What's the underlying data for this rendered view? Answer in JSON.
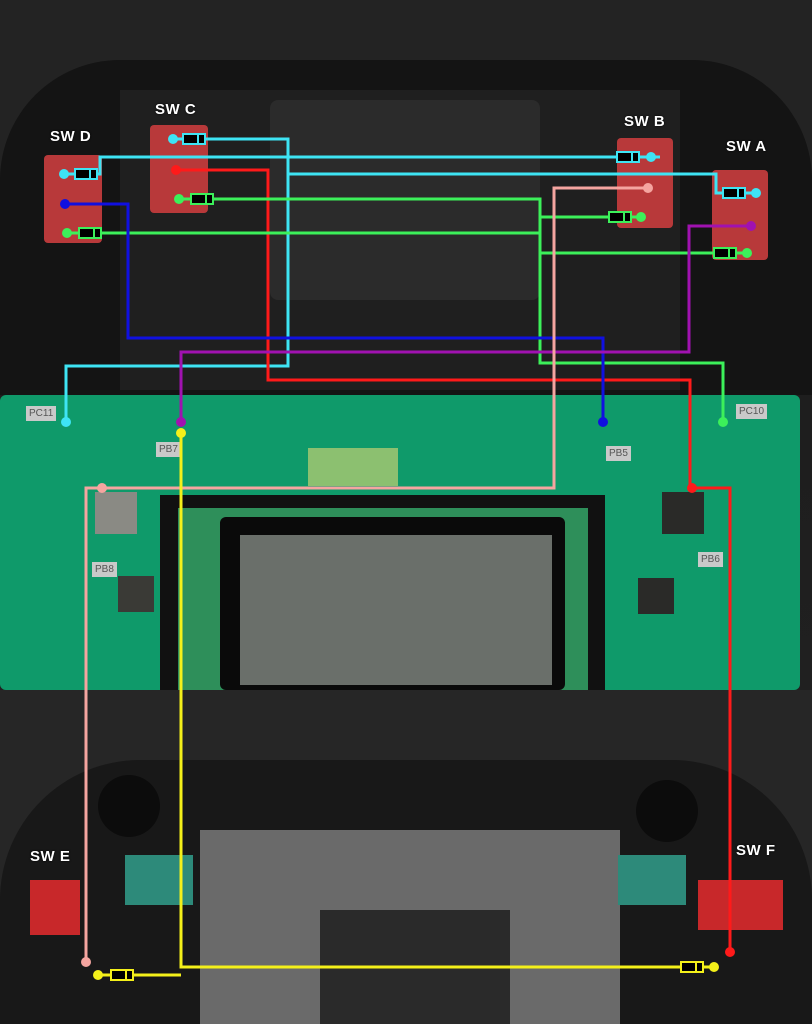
{
  "switches": {
    "sw_a": "SW A",
    "sw_b": "SW B",
    "sw_c": "SW C",
    "sw_d": "SW D",
    "sw_e": "SW E",
    "sw_f": "SW F"
  },
  "pins": {
    "pc11": "PC11",
    "pb7": "PB7",
    "pb5": "PB5",
    "pc10": "PC10",
    "pb8": "PB8",
    "pb6": "PB6"
  },
  "colors": {
    "cyan": "#3ee4f4",
    "red": "#ff1a1a",
    "green": "#3cf05a",
    "blue": "#1010e0",
    "purple": "#a012b0",
    "pink": "#f5a5a0",
    "yellow": "#f4f01a",
    "pcb": "#0f9a6a"
  },
  "wires": [
    {
      "name": "swd-cyan-to-pc11",
      "color": "cyan",
      "from": "SW D",
      "to": "PC11",
      "resistor": true
    },
    {
      "name": "swc-cyan",
      "color": "cyan",
      "from": "SW C",
      "to": "SW B",
      "resistor": true
    },
    {
      "name": "swc-red-to-pb6",
      "color": "red",
      "from": "SW C",
      "to": "PB6",
      "resistor": false
    },
    {
      "name": "swc-green",
      "color": "green",
      "from": "SW C",
      "to": "PC10",
      "resistor": true
    },
    {
      "name": "swd-blue-to-pb5",
      "color": "blue",
      "from": "SW D",
      "to": "PB5",
      "resistor": false
    },
    {
      "name": "swd-green",
      "color": "green",
      "from": "SW D",
      "to": "SW A",
      "resistor": true
    },
    {
      "name": "swa-purple-to-pb7",
      "color": "purple",
      "from": "SW A",
      "to": "PB7",
      "resistor": false
    },
    {
      "name": "swb-pink-to-pb8",
      "color": "pink",
      "from": "SW B",
      "to": "PB8",
      "resistor": false
    },
    {
      "name": "swe-yellow-to-pb7",
      "color": "yellow",
      "from": "SW E",
      "to": "PB7",
      "resistor": true
    },
    {
      "name": "swf-red-to-pb6",
      "color": "red",
      "from": "SW F",
      "to": "PB6",
      "resistor": false
    }
  ]
}
